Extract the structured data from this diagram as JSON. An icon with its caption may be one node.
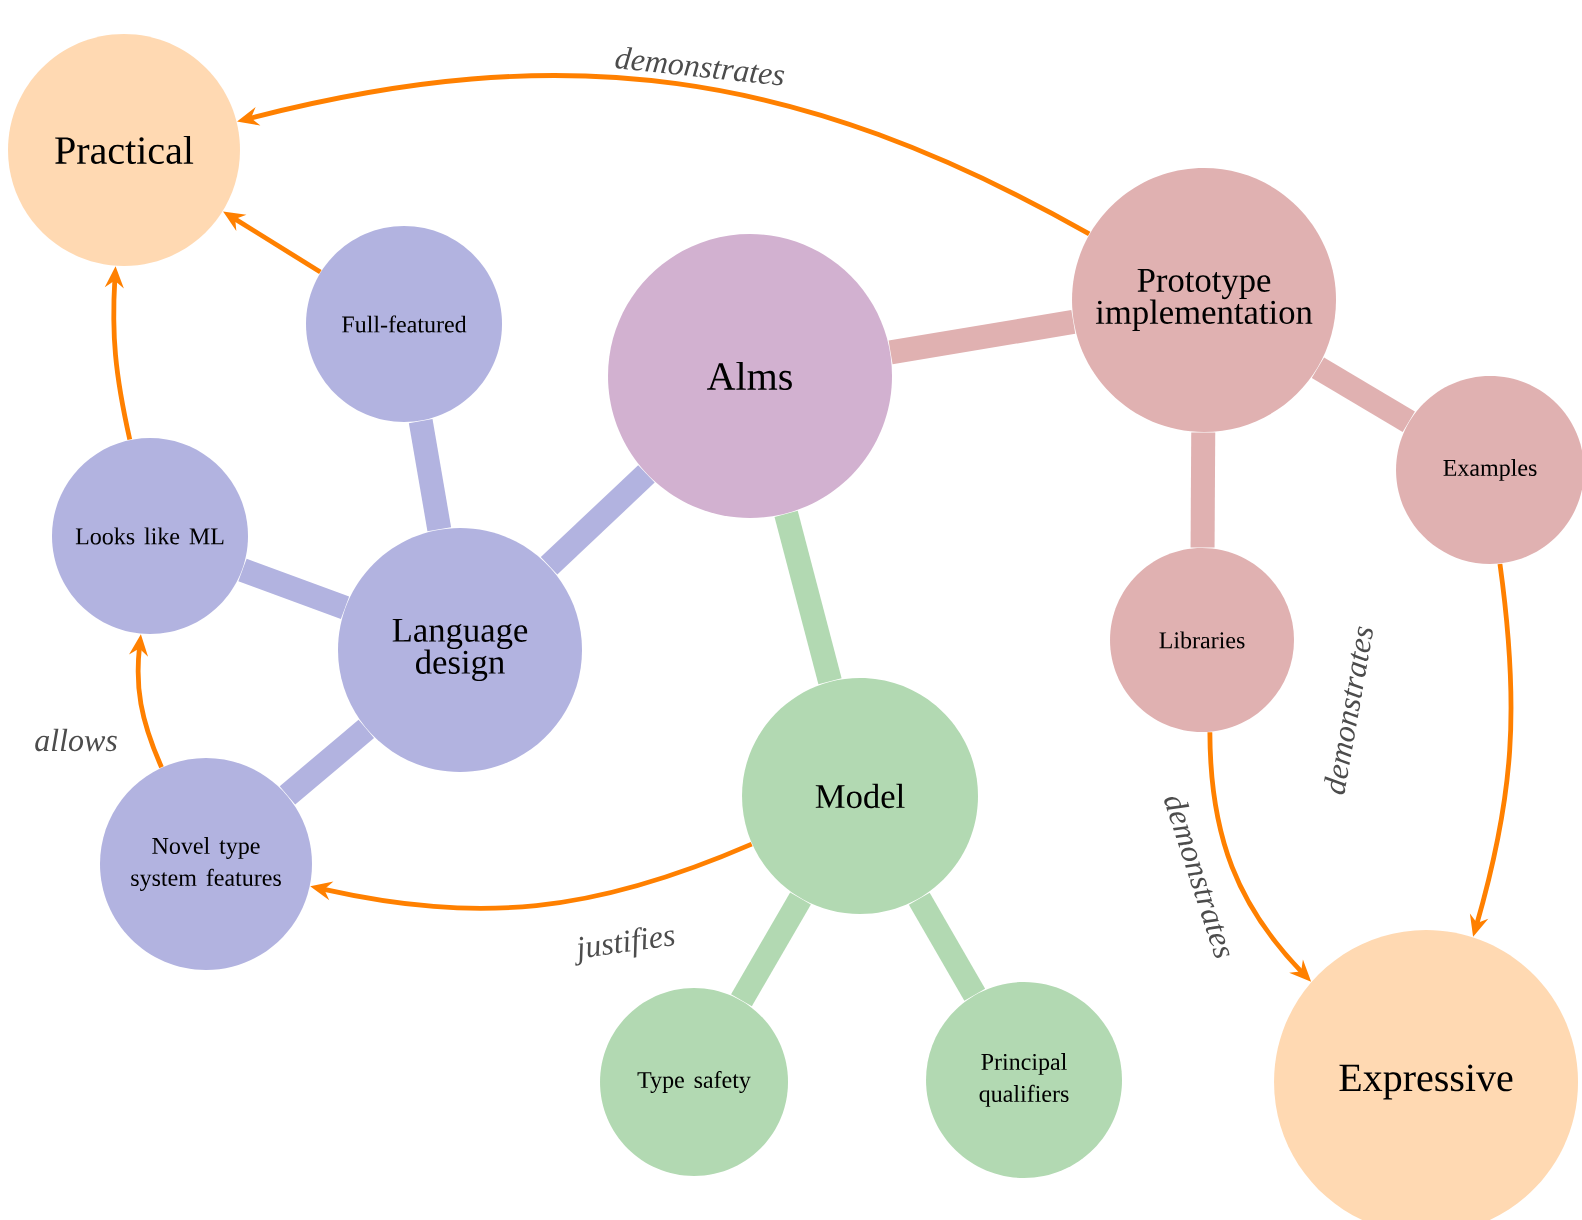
{
  "diagram": {
    "nodes": [
      {
        "text": [
          "Alms"
        ]
      },
      {
        "text": [
          "Language design"
        ]
      },
      {
        "text": [
          "Full-featured"
        ]
      },
      {
        "text": [
          "Looks like ML"
        ]
      },
      {
        "text": [
          "Novel type system features"
        ]
      },
      {
        "text": [
          "Prototype implementation"
        ]
      },
      {
        "text": [
          "Libraries"
        ]
      },
      {
        "text": [
          "Examples"
        ]
      },
      {
        "text": [
          "Model"
        ]
      },
      {
        "text": [
          "Type safety"
        ]
      },
      {
        "text": [
          "Principal qualifiers"
        ]
      },
      {
        "text": [
          "Practical"
        ]
      },
      {
        "text": [
          "Expressive"
        ]
      }
    ],
    "edges": [
      {
        "from": 0,
        "to": 1,
        "arrow": "none",
        "color": "#b2b3e0"
      },
      {
        "from": 1,
        "to": 2,
        "arrow": "none",
        "color": "#b2b3e0"
      },
      {
        "from": 1,
        "to": 3,
        "arrow": "none",
        "color": "#b2b3e0"
      },
      {
        "from": 1,
        "to": 4,
        "arrow": "none",
        "color": "#b2b3e0"
      },
      {
        "from": 0,
        "to": 5,
        "arrow": "none",
        "color": "#e0b1b1"
      },
      {
        "from": 5,
        "to": 6,
        "arrow": "none",
        "color": "#e0b1b1"
      },
      {
        "from": 5,
        "to": 7,
        "arrow": "none",
        "color": "#e0b1b1"
      },
      {
        "from": 0,
        "to": 8,
        "arrow": "none",
        "color": "#b2d9b2"
      },
      {
        "from": 8,
        "to": 9,
        "arrow": "none",
        "color": "#b2d9b2"
      },
      {
        "from": 8,
        "to": 10,
        "arrow": "none",
        "color": "#b2d9b2"
      },
      {
        "from": 5,
        "to": 11,
        "arrow": "to",
        "label": "demonstrates",
        "color": "#ff8000"
      },
      {
        "from": 2,
        "to": 11,
        "arrow": "to",
        "color": "#ff8000"
      },
      {
        "from": 3,
        "to": 11,
        "arrow": "to",
        "color": "#ff8000"
      },
      {
        "from": 4,
        "to": 3,
        "arrow": "to",
        "label": "allows",
        "color": "#ff8000"
      },
      {
        "from": 8,
        "to": 4,
        "arrow": "to",
        "label": "justifies",
        "color": "#ff8000"
      },
      {
        "from": 6,
        "to": 12,
        "arrow": "to",
        "label": "demonstrates",
        "color": "#ff8000"
      },
      {
        "from": 7,
        "to": 12,
        "arrow": "to",
        "label": "demonstrates",
        "color": "#ff8000"
      }
    ]
  }
}
